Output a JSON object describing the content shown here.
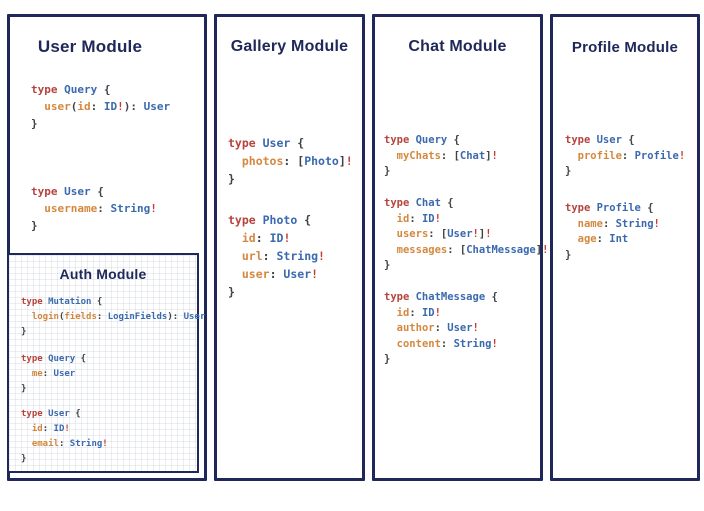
{
  "colors": {
    "navy": "#20285a",
    "kw": "#b6433d",
    "typ": "#3a69ae",
    "fld": "#d4883e",
    "pun": "#3f4245",
    "bang": "#c23f38"
  },
  "panels": [
    {
      "title": "User Module",
      "blocks": [
        [
          [
            [
              "k",
              "type "
            ],
            [
              "t",
              "Query "
            ],
            [
              "p",
              "{"
            ]
          ],
          [
            [
              "p",
              "  "
            ],
            [
              "f",
              "user"
            ],
            [
              "p",
              "("
            ],
            [
              "f",
              "id"
            ],
            [
              "p",
              ": "
            ],
            [
              "t",
              "ID"
            ],
            [
              "b",
              "!"
            ],
            [
              "p",
              "): "
            ],
            [
              "t",
              "User"
            ]
          ],
          [
            [
              "p",
              "}"
            ]
          ]
        ],
        [
          [
            [
              "k",
              "type "
            ],
            [
              "t",
              "User "
            ],
            [
              "p",
              "{"
            ]
          ],
          [
            [
              "p",
              "  "
            ],
            [
              "f",
              "username"
            ],
            [
              "p",
              ": "
            ],
            [
              "t",
              "String"
            ],
            [
              "b",
              "!"
            ]
          ],
          [
            [
              "p",
              "}"
            ]
          ]
        ]
      ],
      "sub": {
        "title": "Auth Module",
        "blocks": [
          [
            [
              [
                "k",
                "type "
              ],
              [
                "t",
                "Mutation "
              ],
              [
                "p",
                "{"
              ]
            ],
            [
              [
                "p",
                "  "
              ],
              [
                "f",
                "login"
              ],
              [
                "p",
                "("
              ],
              [
                "f",
                "fields"
              ],
              [
                "p",
                ": "
              ],
              [
                "t",
                "LoginFields"
              ],
              [
                "p",
                "): "
              ],
              [
                "t",
                "User"
              ]
            ],
            [
              [
                "p",
                "}"
              ]
            ]
          ],
          [
            [
              [
                "k",
                "type "
              ],
              [
                "t",
                "Query "
              ],
              [
                "p",
                "{"
              ]
            ],
            [
              [
                "p",
                "  "
              ],
              [
                "f",
                "me"
              ],
              [
                "p",
                ": "
              ],
              [
                "t",
                "User"
              ]
            ],
            [
              [
                "p",
                "}"
              ]
            ]
          ],
          [
            [
              [
                "k",
                "type "
              ],
              [
                "t",
                "User "
              ],
              [
                "p",
                "{"
              ]
            ],
            [
              [
                "p",
                "  "
              ],
              [
                "f",
                "id"
              ],
              [
                "p",
                ": "
              ],
              [
                "t",
                "ID"
              ],
              [
                "b",
                "!"
              ]
            ],
            [
              [
                "p",
                "  "
              ],
              [
                "f",
                "email"
              ],
              [
                "p",
                ": "
              ],
              [
                "t",
                "String"
              ],
              [
                "b",
                "!"
              ]
            ],
            [
              [
                "p",
                "}"
              ]
            ]
          ]
        ]
      }
    },
    {
      "title": "Gallery Module",
      "blocks": [
        [
          [
            [
              "k",
              "type "
            ],
            [
              "t",
              "User "
            ],
            [
              "p",
              "{"
            ]
          ],
          [
            [
              "p",
              "  "
            ],
            [
              "f",
              "photos"
            ],
            [
              "p",
              ": ["
            ],
            [
              "t",
              "Photo"
            ],
            [
              "p",
              "]"
            ],
            [
              "b",
              "!"
            ]
          ],
          [
            [
              "p",
              "}"
            ]
          ]
        ],
        [
          [
            [
              "k",
              "type "
            ],
            [
              "t",
              "Photo "
            ],
            [
              "p",
              "{"
            ]
          ],
          [
            [
              "p",
              "  "
            ],
            [
              "f",
              "id"
            ],
            [
              "p",
              ": "
            ],
            [
              "t",
              "ID"
            ],
            [
              "b",
              "!"
            ]
          ],
          [
            [
              "p",
              "  "
            ],
            [
              "f",
              "url"
            ],
            [
              "p",
              ": "
            ],
            [
              "t",
              "String"
            ],
            [
              "b",
              "!"
            ]
          ],
          [
            [
              "p",
              "  "
            ],
            [
              "f",
              "user"
            ],
            [
              "p",
              ": "
            ],
            [
              "t",
              "User"
            ],
            [
              "b",
              "!"
            ]
          ],
          [
            [
              "p",
              "}"
            ]
          ]
        ]
      ]
    },
    {
      "title": "Chat Module",
      "blocks": [
        [
          [
            [
              "k",
              "type "
            ],
            [
              "t",
              "Query "
            ],
            [
              "p",
              "{"
            ]
          ],
          [
            [
              "p",
              "  "
            ],
            [
              "f",
              "myChats"
            ],
            [
              "p",
              ": ["
            ],
            [
              "t",
              "Chat"
            ],
            [
              "p",
              "]"
            ],
            [
              "b",
              "!"
            ]
          ],
          [
            [
              "p",
              "}"
            ]
          ]
        ],
        [
          [
            [
              "k",
              "type "
            ],
            [
              "t",
              "Chat "
            ],
            [
              "p",
              "{"
            ]
          ],
          [
            [
              "p",
              "  "
            ],
            [
              "f",
              "id"
            ],
            [
              "p",
              ": "
            ],
            [
              "t",
              "ID"
            ],
            [
              "b",
              "!"
            ]
          ],
          [
            [
              "p",
              "  "
            ],
            [
              "f",
              "users"
            ],
            [
              "p",
              ": ["
            ],
            [
              "t",
              "User"
            ],
            [
              "b",
              "!"
            ],
            [
              "p",
              "]"
            ],
            [
              "b",
              "!"
            ]
          ],
          [
            [
              "p",
              "  "
            ],
            [
              "f",
              "messages"
            ],
            [
              "p",
              ": ["
            ],
            [
              "t",
              "ChatMessage"
            ],
            [
              "p",
              "]"
            ],
            [
              "b",
              "!"
            ]
          ],
          [
            [
              "p",
              "}"
            ]
          ]
        ],
        [
          [
            [
              "k",
              "type "
            ],
            [
              "t",
              "ChatMessage "
            ],
            [
              "p",
              "{"
            ]
          ],
          [
            [
              "p",
              "  "
            ],
            [
              "f",
              "id"
            ],
            [
              "p",
              ": "
            ],
            [
              "t",
              "ID"
            ],
            [
              "b",
              "!"
            ]
          ],
          [
            [
              "p",
              "  "
            ],
            [
              "f",
              "author"
            ],
            [
              "p",
              ": "
            ],
            [
              "t",
              "User"
            ],
            [
              "b",
              "!"
            ]
          ],
          [
            [
              "p",
              "  "
            ],
            [
              "f",
              "content"
            ],
            [
              "p",
              ": "
            ],
            [
              "t",
              "String"
            ],
            [
              "b",
              "!"
            ]
          ],
          [
            [
              "p",
              "}"
            ]
          ]
        ]
      ]
    },
    {
      "title": "Profile Module",
      "blocks": [
        [
          [
            [
              "k",
              "type "
            ],
            [
              "t",
              "User "
            ],
            [
              "p",
              "{"
            ]
          ],
          [
            [
              "p",
              "  "
            ],
            [
              "f",
              "profile"
            ],
            [
              "p",
              ": "
            ],
            [
              "t",
              "Profile"
            ],
            [
              "b",
              "!"
            ]
          ],
          [
            [
              "p",
              "}"
            ]
          ]
        ],
        [
          [
            [
              "k",
              "type "
            ],
            [
              "t",
              "Profile "
            ],
            [
              "p",
              "{"
            ]
          ],
          [
            [
              "p",
              "  "
            ],
            [
              "f",
              "name"
            ],
            [
              "p",
              ": "
            ],
            [
              "t",
              "String"
            ],
            [
              "b",
              "!"
            ]
          ],
          [
            [
              "p",
              "  "
            ],
            [
              "f",
              "age"
            ],
            [
              "p",
              ": "
            ],
            [
              "t",
              "Int"
            ]
          ],
          [
            [
              "p",
              "}"
            ]
          ]
        ]
      ]
    }
  ]
}
